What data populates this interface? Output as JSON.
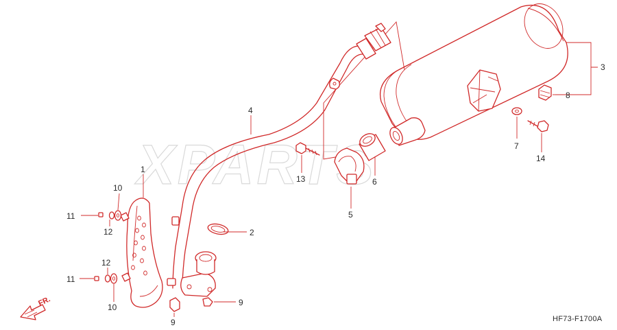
{
  "watermark": "XPARTS",
  "diagram_code": "HF73-F1700A",
  "direction_label": "FR.",
  "callouts": [
    "1",
    "2",
    "3",
    "4",
    "5",
    "6",
    "7",
    "8",
    "9",
    "9",
    "10",
    "10",
    "11",
    "11",
    "12",
    "12",
    "13",
    "14"
  ],
  "colors": {
    "line": "#d02828",
    "text": "#2a2a2a",
    "watermark": "#d9d9d9"
  }
}
